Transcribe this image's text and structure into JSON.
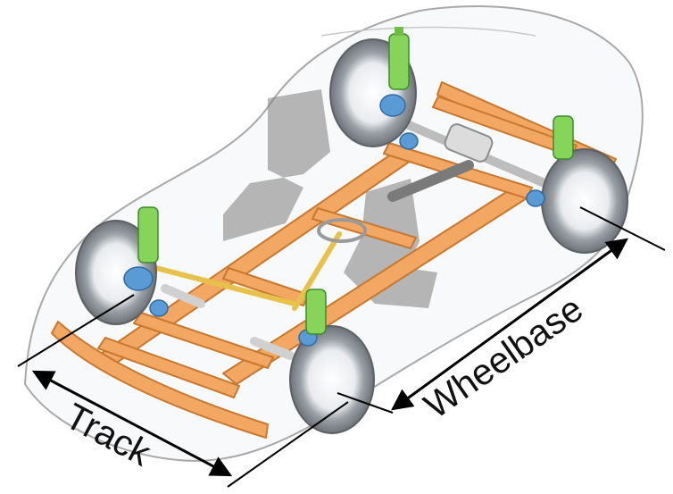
{
  "labels": {
    "track": "Track",
    "wheelbase": "Wheelbase"
  },
  "colors": {
    "frame": "#f2a763",
    "frame_stroke": "#c8782f",
    "tire": "#9a9ea4",
    "hub": "#ffffff",
    "spring": "#86d45a",
    "bracket": "#5b9bd5",
    "steering": "#e6c24a",
    "seat": "#8c8c8c",
    "body_outline": "#9c9c9c",
    "dimension": "#000000"
  },
  "icons": {
    "chassis": "car-chassis-illustration",
    "track_arrow": "double-headed-arrow",
    "wheelbase_arrow": "double-headed-arrow"
  }
}
